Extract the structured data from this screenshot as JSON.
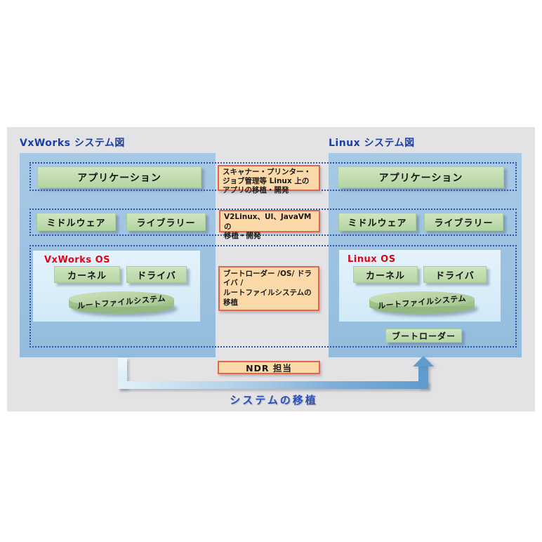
{
  "left": {
    "title": "VxWorks システム図",
    "application": "アプリケーション",
    "middleware": "ミドルウェア",
    "library": "ライブラリー",
    "os_title": "VxWorks OS",
    "kernel": "カーネル",
    "driver": "ドライバ",
    "rootfs": "ルートファイルシステム"
  },
  "right": {
    "title": "Linux システム図",
    "application": "アプリケーション",
    "middleware": "ミドルウェア",
    "library": "ライブラリー",
    "os_title": "Linux OS",
    "kernel": "カーネル",
    "driver": "ドライバ",
    "rootfs": "ルートファイルシステム",
    "bootloader": "ブートローダー"
  },
  "middle": {
    "task_application": "スキャナー・プリンター・\nジョブ管理等 Linux 上の\nアプリの移植・開発",
    "task_middleware": "V2Linux、UI、JavaVM の\n移植・開発",
    "task_os": "ブートローダー /OS/ ドライバ /\nルートファイルシステムの移植",
    "owner": "NDR 担当"
  },
  "caption": "システムの移植",
  "colors": {
    "background_gray": "#e3e3e5",
    "panel_blue": "#9cc1e0",
    "dotted_border_blue": "#2f55a8",
    "box_green": "#bdd9ab",
    "os_inner_blue": "#daeefa",
    "task_box_fill": "#fcd9a8",
    "task_box_border": "#e4654e",
    "title_blue": "#1b3fa8",
    "os_title_red": "#e60012",
    "arrow_blue": "#5e9cd0",
    "caption_blue": "#2b51b8"
  }
}
